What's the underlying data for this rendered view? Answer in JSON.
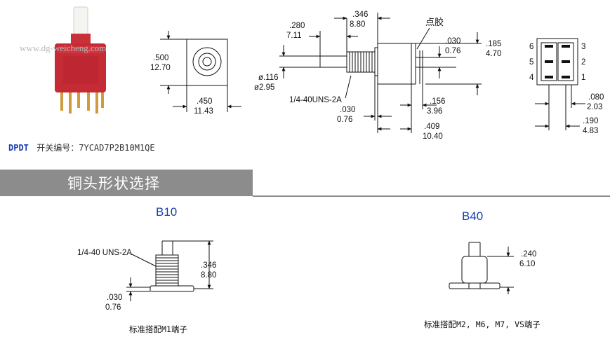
{
  "product": {
    "watermark": "www.dg-weicheng.com",
    "type_label": "DPDT",
    "part_number_label": "开关编号：7YCAD7P2B10M1QE"
  },
  "front_view": {
    "height_in": ".500",
    "height_mm": "12.70",
    "width_in": ".450",
    "width_mm": "11.43"
  },
  "side_view": {
    "shaft_len_in": ".280",
    "shaft_len_mm": "7.11",
    "bushing_len_in": ".346",
    "bushing_len_mm": "8.80",
    "glue_point": "点胶",
    "shaft_dia_in": "ø.116",
    "shaft_dia_mm": "ø2.95",
    "thread": "1/4-40UNS-2A",
    "flange_in": ".030",
    "flange_mm": "0.76",
    "pin_gap_in": ".030",
    "pin_gap_mm": "0.76",
    "pin_len_in": ".185",
    "pin_len_mm": "4.70",
    "pin_offset_in": ".156",
    "pin_offset_mm": "3.96",
    "body_len_in": ".409",
    "body_len_mm": "10.40"
  },
  "pin_view": {
    "pins_left": [
      "6",
      "5",
      "4"
    ],
    "pins_right": [
      "3",
      "2",
      "1"
    ],
    "pitch_in": ".080",
    "pitch_mm": "2.03",
    "row_in": ".190",
    "row_mm": "4.83"
  },
  "section": {
    "title": "铜头形状选择"
  },
  "variants": [
    {
      "name": "B10",
      "thread": "1/4-40 UNS-2A",
      "height_in": ".346",
      "height_mm": "8.80",
      "flange_in": ".030",
      "flange_mm": "0.76",
      "standard": "标准搭配M1端子"
    },
    {
      "name": "B40",
      "height_in": ".240",
      "height_mm": "6.10",
      "standard": "标准搭配M2, M6, M7, VS端子"
    }
  ]
}
